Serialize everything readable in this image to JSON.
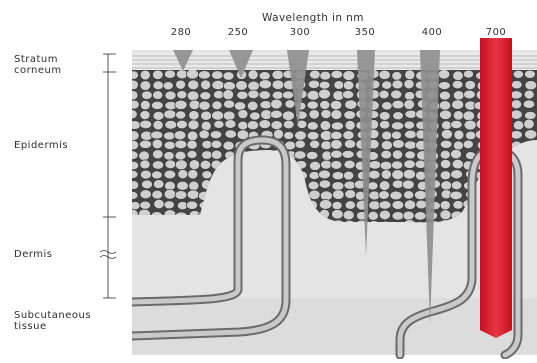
{
  "figure": {
    "axis_title": "Wavelength in nm",
    "wavelengths": [
      "280",
      "250",
      "300",
      "350",
      "400",
      "700"
    ],
    "layers": [
      "Stratum\ncorneum",
      "Epidermis",
      "Dermis",
      "Subcutaneous\ntissue"
    ]
  },
  "colors": {
    "skin_background": "#e6e6e6",
    "cell_fill": "#cfcfcf",
    "cell_outline": "#3a3a3a",
    "penetration_bar": "#8f8f8f",
    "red_bar": "#d9182a",
    "vessel": "#b8b8b8"
  }
}
